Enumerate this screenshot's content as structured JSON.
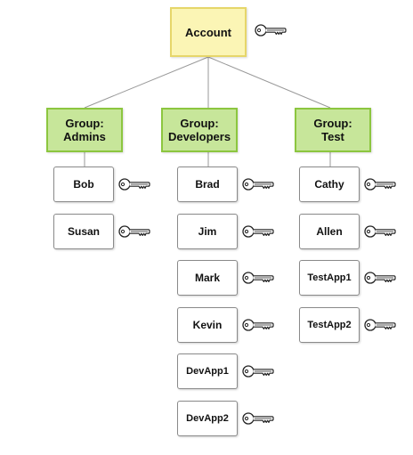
{
  "account": {
    "label": "Account",
    "has_key": true
  },
  "groups": [
    {
      "label_line1": "Group:",
      "label_line2": "Admins",
      "members": [
        {
          "name": "Bob",
          "has_key": true
        },
        {
          "name": "Susan",
          "has_key": true
        }
      ]
    },
    {
      "label_line1": "Group:",
      "label_line2": "Developers",
      "members": [
        {
          "name": "Brad",
          "has_key": true
        },
        {
          "name": "Jim",
          "has_key": true
        },
        {
          "name": "Mark",
          "has_key": true
        },
        {
          "name": "Kevin",
          "has_key": true
        },
        {
          "name": "DevApp1",
          "has_key": true
        },
        {
          "name": "DevApp2",
          "has_key": true
        }
      ]
    },
    {
      "label_line1": "Group:",
      "label_line2": "Test",
      "members": [
        {
          "name": "Cathy",
          "has_key": true
        },
        {
          "name": "Allen",
          "has_key": true
        },
        {
          "name": "TestApp1",
          "has_key": true
        },
        {
          "name": "TestApp2",
          "has_key": true
        }
      ]
    }
  ],
  "colors": {
    "account_fill": "#fbf5b5",
    "account_border": "#e6d66a",
    "group_fill": "#c7e69a",
    "group_border": "#8cc63f",
    "member_border": "#8a8a8a",
    "connector": "#999999"
  },
  "icons": {
    "credential": "key-icon"
  }
}
